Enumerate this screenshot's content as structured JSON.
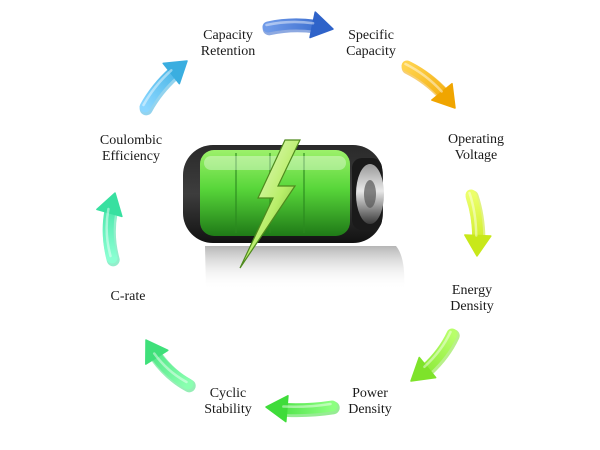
{
  "cycle_labels": [
    {
      "id": "capacity-retention",
      "lines": [
        "Capacity",
        "Retention"
      ]
    },
    {
      "id": "specific-capacity",
      "lines": [
        "Specific",
        "Capacity"
      ]
    },
    {
      "id": "operating-voltage",
      "lines": [
        "Operating",
        "Voltage"
      ]
    },
    {
      "id": "energy-density",
      "lines": [
        "Energy",
        "Density"
      ]
    },
    {
      "id": "power-density",
      "lines": [
        "Power",
        "Density"
      ]
    },
    {
      "id": "cyclic-stability",
      "lines": [
        "Cyclic",
        "Stability"
      ]
    },
    {
      "id": "c-rate",
      "lines": [
        "C-rate"
      ]
    },
    {
      "id": "coulombic-efficiency",
      "lines": [
        "Coulombic",
        "Efficiency"
      ]
    }
  ],
  "arrows": [
    {
      "id": "arrow-retention-to-capacity",
      "color": "#2f63c9",
      "color_light": "#6f9ae8"
    },
    {
      "id": "arrow-capacity-to-voltage",
      "color": "#f0a500",
      "color_light": "#ffd34d"
    },
    {
      "id": "arrow-voltage-to-energy",
      "color": "#c8e81a",
      "color_light": "#ecff6a"
    },
    {
      "id": "arrow-energy-to-power",
      "color": "#7ee32a",
      "color_light": "#b8ff6a"
    },
    {
      "id": "arrow-power-to-stability",
      "color": "#3fdc3a",
      "color_light": "#8cff80"
    },
    {
      "id": "arrow-stability-to-crate",
      "color": "#3fe07a",
      "color_light": "#8affb0"
    },
    {
      "id": "arrow-crate-to-efficiency",
      "color": "#38e0a0",
      "color_light": "#8affd2"
    },
    {
      "id": "arrow-efficiency-to-retention",
      "color": "#3aaee0",
      "color_light": "#8ad6ff"
    }
  ],
  "battery": {
    "icon": "battery-with-lightning-bolt",
    "cell_color": "#58d63a",
    "bolt_color": "#b9ee6a"
  }
}
